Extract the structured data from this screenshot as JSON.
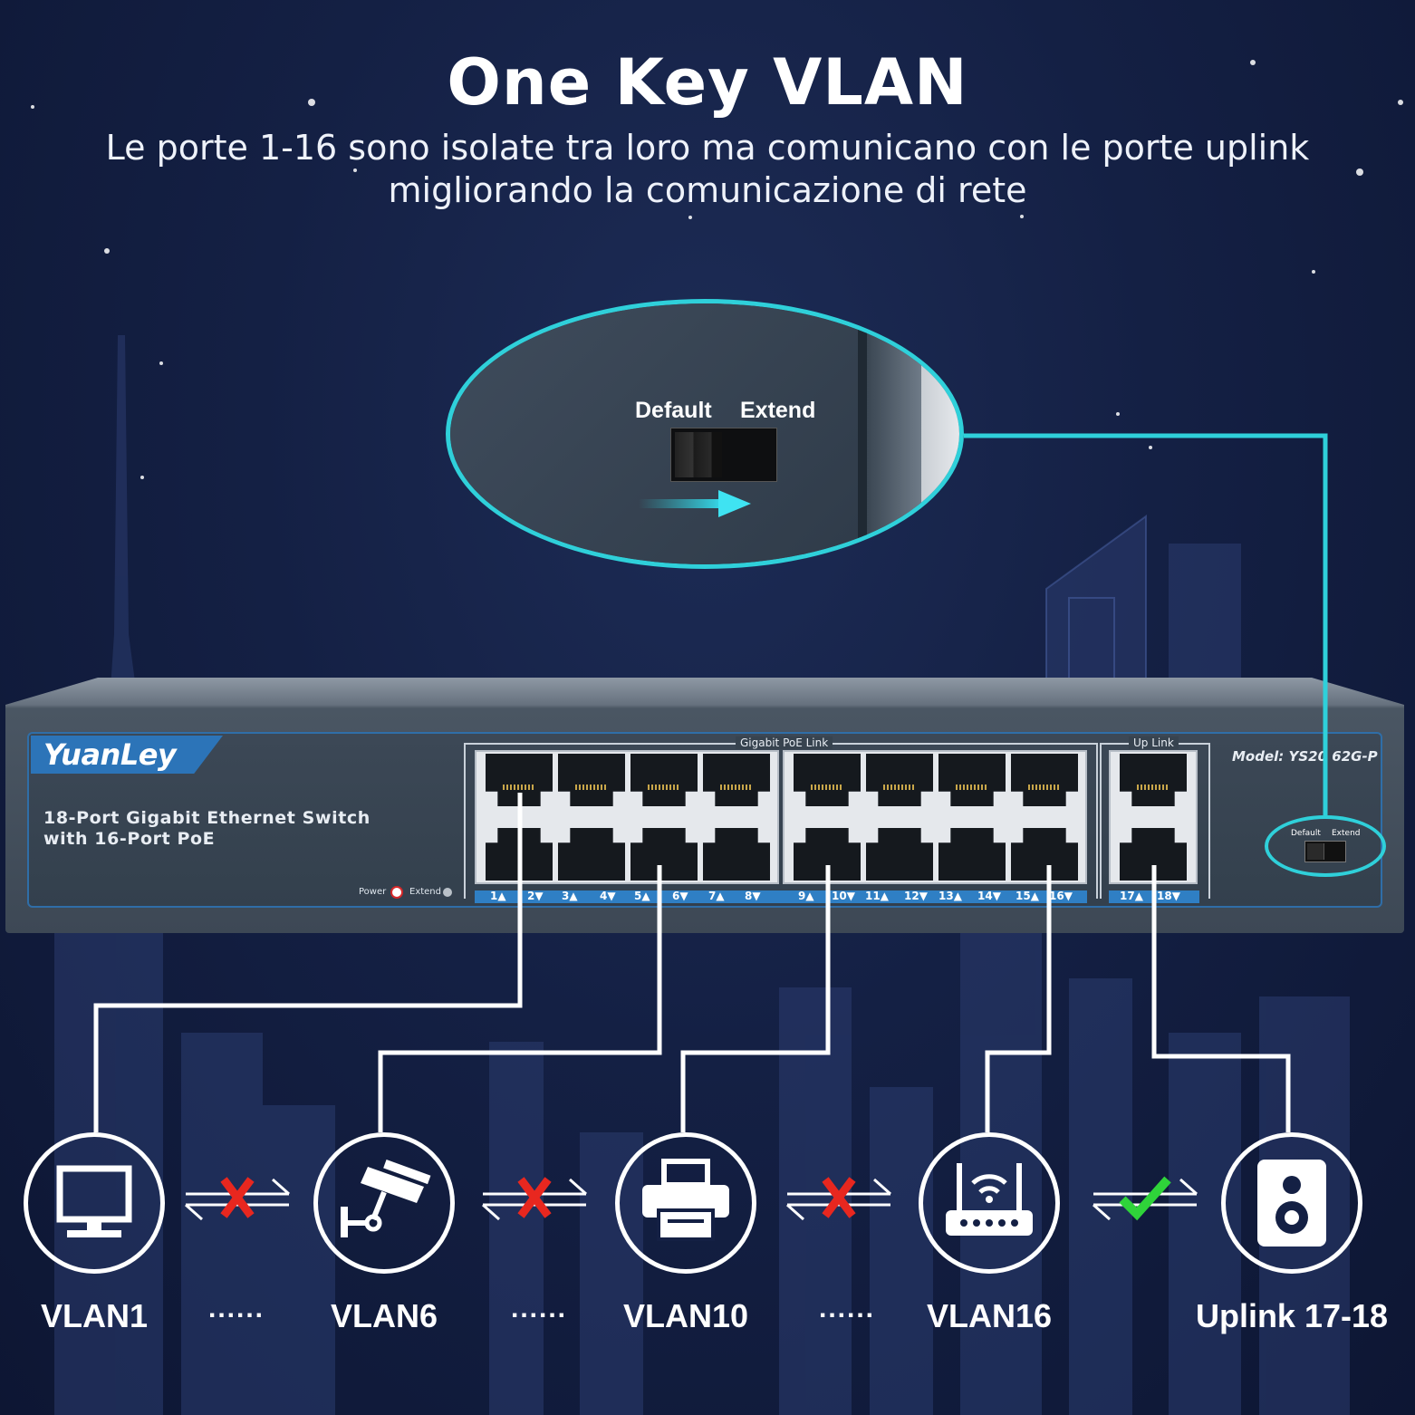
{
  "header": {
    "title": "One Key VLAN",
    "subtitle_line1": "Le porte 1-16 sono isolate tra loro ma comunicano con le porte uplink",
    "subtitle_line2": "migliorando la comunicazione di rete"
  },
  "zoom": {
    "default_label": "Default",
    "extend_label": "Extend"
  },
  "switch": {
    "brand": "YuanLey",
    "product_line1": "18-Port Gigabit Ethernet Switch",
    "product_line2": "with 16-Port PoE",
    "model": "Model: YS20 62G-P",
    "power_label": "Power",
    "extend_led_label": "Extend",
    "group_poe_label": "Gigabit PoE Link",
    "group_uplink_label": "Up Link",
    "dip_default": "Default",
    "dip_extend": "Extend",
    "port_numbers": [
      "1▲",
      "2▼",
      "3▲",
      "4▼",
      "5▲",
      "6▼",
      "7▲",
      "8▼",
      "9▲",
      "10▼",
      "11▲",
      "12▼",
      "13▲",
      "14▼",
      "15▲",
      "16▼",
      "17▲",
      "18▼"
    ]
  },
  "devices": [
    {
      "label": "VLAN1",
      "icon": "monitor-icon"
    },
    {
      "label": "VLAN6",
      "icon": "cctv-camera-icon"
    },
    {
      "label": "VLAN10",
      "icon": "printer-icon"
    },
    {
      "label": "VLAN16",
      "icon": "wifi-router-icon"
    },
    {
      "label": "Uplink 17-18",
      "icon": "speaker-icon"
    }
  ],
  "separators": [
    "......",
    "......",
    "......"
  ],
  "links": [
    {
      "status": "blocked",
      "icon": "red-x-icon"
    },
    {
      "status": "blocked",
      "icon": "red-x-icon"
    },
    {
      "status": "blocked",
      "icon": "red-x-icon"
    },
    {
      "status": "allowed",
      "icon": "green-check-icon"
    }
  ],
  "colors": {
    "background": "#142044",
    "accent_cyan": "#2fd0da",
    "blocked": "#e8271f",
    "allowed": "#2fd33a",
    "panel_blue": "#2f7fc4"
  }
}
